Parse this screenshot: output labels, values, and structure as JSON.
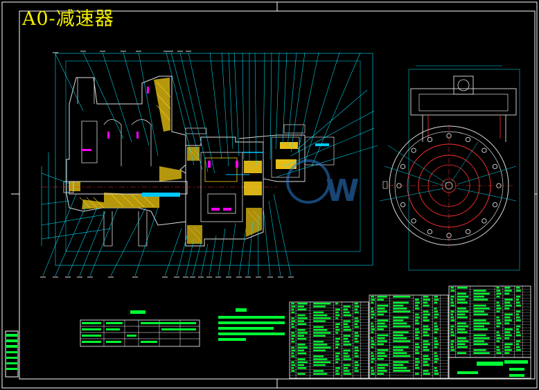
{
  "title": "A0-减速器",
  "colors": {
    "background": "#000000",
    "frame": "#ffffff",
    "leader": "#00e5ff",
    "section": "#e0e0e0",
    "hatch": "#ffd21a",
    "table_text": "#00ff33",
    "gear": "#ff3030",
    "accent": "#ff00ff",
    "title": "#f5f000",
    "watermark": "#2a7fd4"
  },
  "views": [
    {
      "name": "sectional-front-view"
    },
    {
      "name": "side-view"
    }
  ],
  "tables": [
    {
      "name": "technical-characteristics-table"
    },
    {
      "name": "technical-requirements-notes"
    },
    {
      "name": "parts-list-1"
    },
    {
      "name": "parts-list-2"
    },
    {
      "name": "parts-list-3"
    },
    {
      "name": "title-block"
    }
  ]
}
